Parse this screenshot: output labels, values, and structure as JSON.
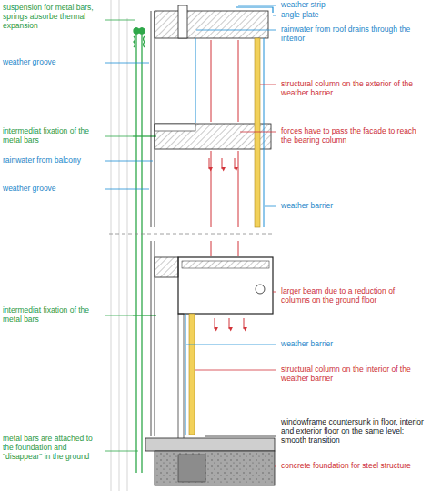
{
  "diagram": {
    "labels": [
      "suspension for metal bars, springs absorbe thermal expansion",
      "weather groove",
      "intermediat fixation of the metal bars",
      "rainwater from balcony",
      "weather groove",
      "intermediat fixation of the metal bars",
      "metal bars are attached to the foundation and \"disappear\" in the ground",
      "weather strip",
      "angle plate",
      "rainwater from roof drains through the interior",
      "structural column on the exterior of the weather barrier",
      "forces have to pass the facade to reach the bearing column",
      "weather barrier",
      "larger beam due to a reduction of columns on the ground floor",
      "weather barrier",
      "structural column on the interior of the weather barrier",
      "windowframe countersunk in floor, interior and exterior floor on the same level: smooth transition",
      "concrete foundation for steel structure"
    ]
  }
}
